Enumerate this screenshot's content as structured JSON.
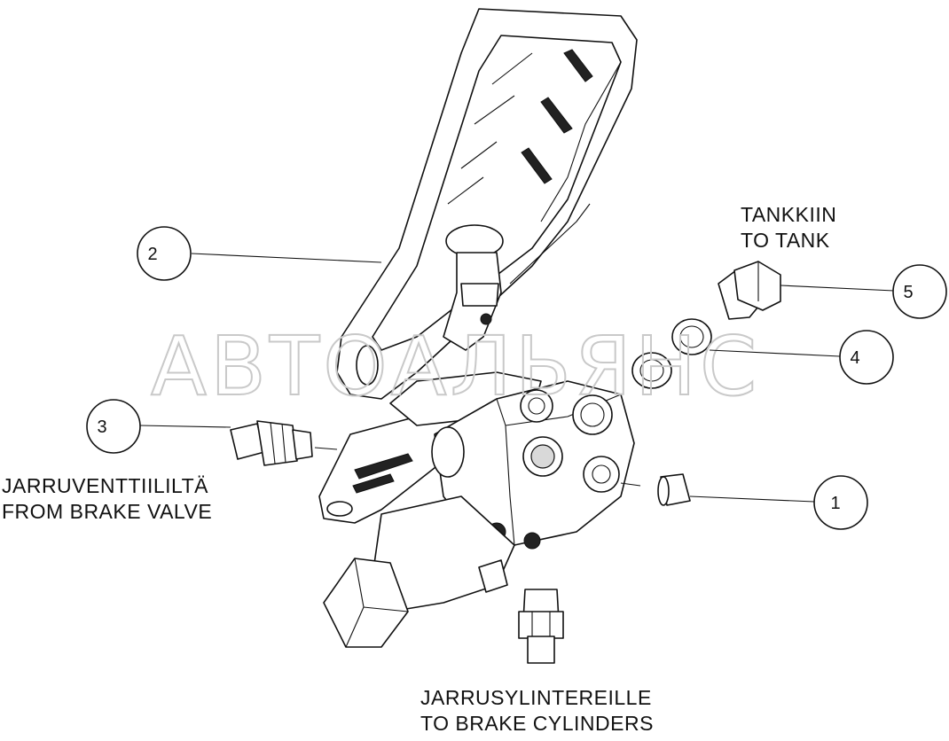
{
  "watermark": "АВТОАЛЬЯНС",
  "callouts": [
    {
      "id": "1",
      "label": "1"
    },
    {
      "id": "2",
      "label": "2"
    },
    {
      "id": "3",
      "label": "3"
    },
    {
      "id": "4",
      "label": "4"
    },
    {
      "id": "5",
      "label": "5"
    }
  ],
  "port_labels": {
    "tank": {
      "fi": "TANKKIIN",
      "en": "TO TANK"
    },
    "brake_valve": {
      "fi": "JARRUVENTTIILILTÄ",
      "en": "FROM BRAKE VALVE"
    },
    "brake_cylinders": {
      "fi": "JARRUSYLINTEREILLE",
      "en": "TO BRAKE CYLINDERS"
    }
  }
}
